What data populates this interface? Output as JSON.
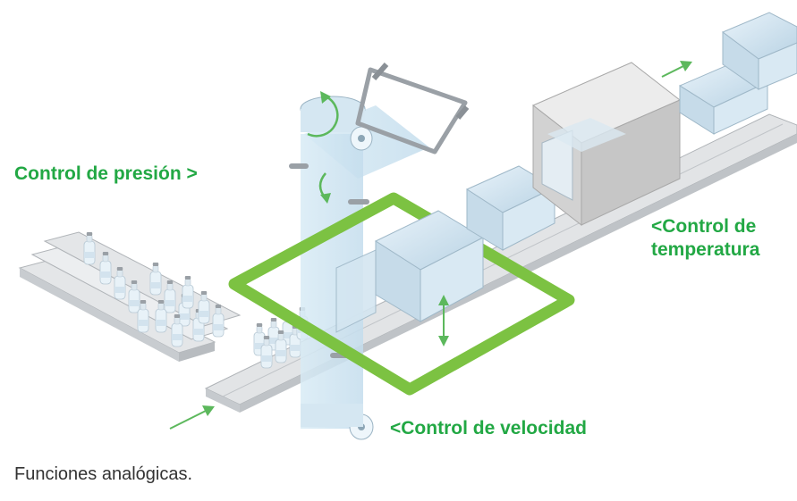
{
  "labels": {
    "pressure_control": "Control de presión >",
    "temperature_control_line1": "<Control de",
    "temperature_control_line2": "temperatura",
    "speed_control": "<Control de velocidad"
  },
  "caption": "Funciones analógicas.",
  "colors": {
    "label_green": "#22a844",
    "frame_green": "#7cc242",
    "arrow_green": "#5cb85c",
    "film_blue": "#cfe6f2",
    "conveyor_gray": "#d6d8da",
    "oven_gray": "#dcdcdc",
    "bottle_cap_gray": "#9aa0a6"
  },
  "icons": {
    "flow_arrow": "arrow-icon",
    "rotation": "rotate-icon",
    "vertical_adjust": "double-arrow-icon"
  }
}
